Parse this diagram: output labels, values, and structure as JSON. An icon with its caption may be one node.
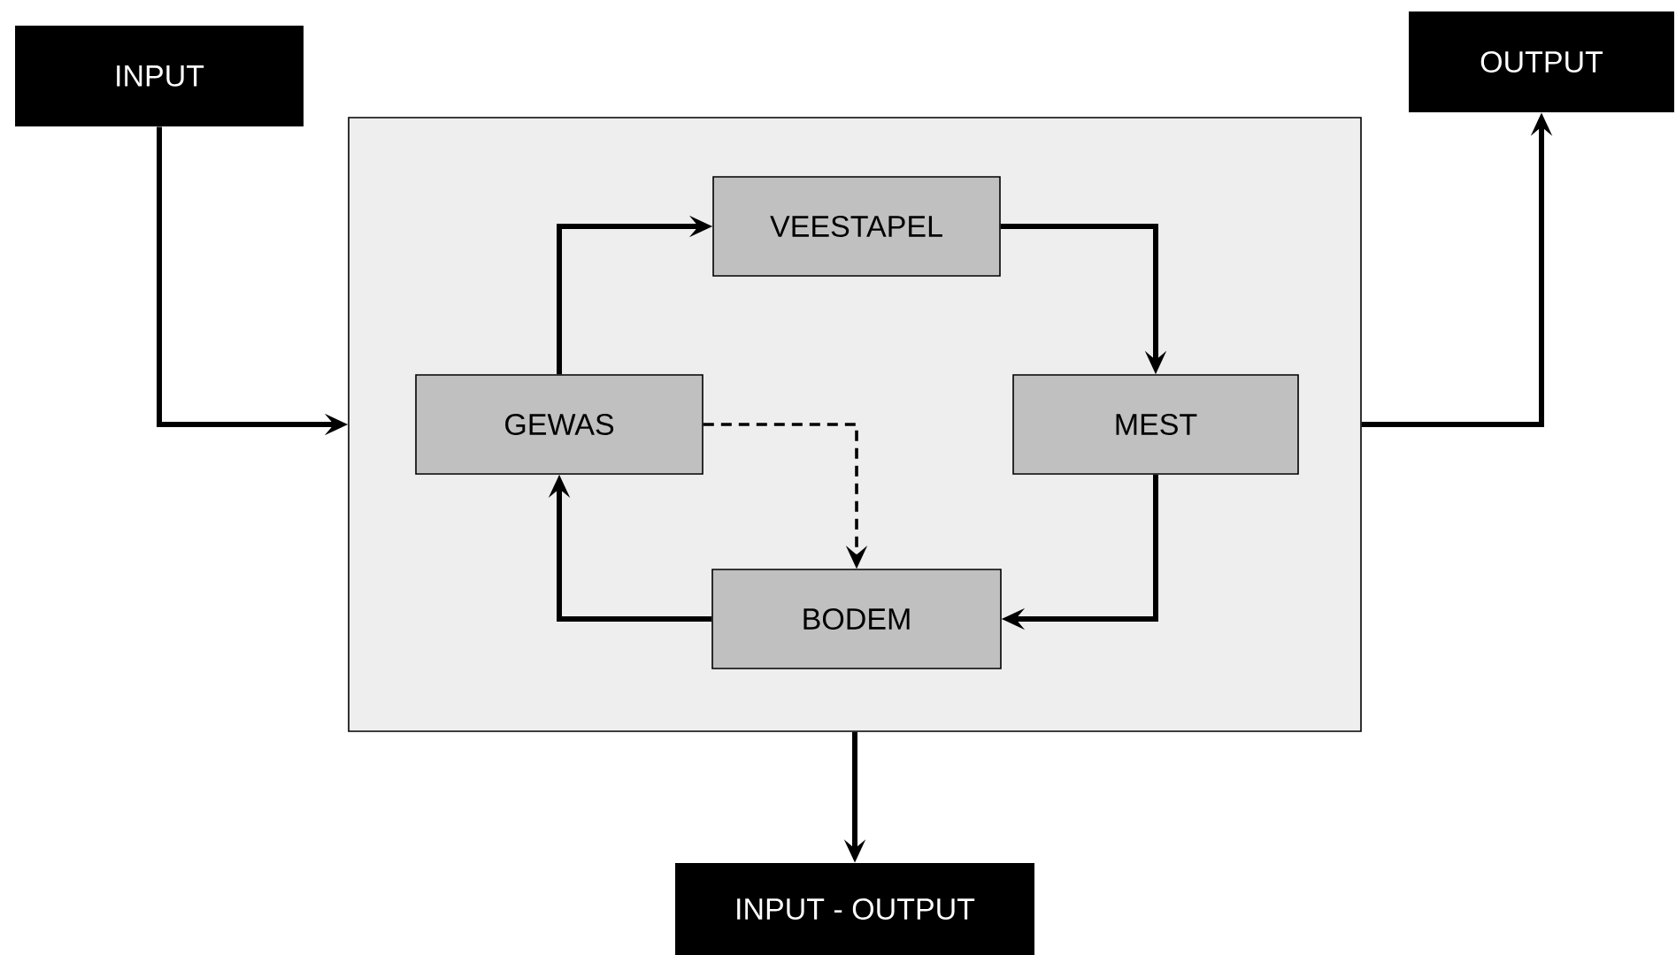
{
  "diagram": {
    "nodes": [
      {
        "text": [
          "INPUT"
        ]
      },
      {
        "text": [
          "OUTPUT"
        ]
      },
      {
        "text": [],
        "shape": "box"
      },
      {
        "text": [
          "VEESTAPEL"
        ],
        "in": 2
      },
      {
        "text": [
          "GEWAS"
        ],
        "in": 2
      },
      {
        "text": [
          "MEST"
        ],
        "in": 2
      },
      {
        "text": [
          "BODEM"
        ],
        "in": 2
      },
      {
        "text": [
          "INPUT - OUTPUT"
        ]
      }
    ],
    "edges": [
      {
        "from": 0,
        "to": 2,
        "arrow": "to"
      },
      {
        "from": 2,
        "to": 1,
        "arrow": "to"
      },
      {
        "from": 4,
        "to": 3,
        "arrow": "to"
      },
      {
        "from": 3,
        "to": 5,
        "arrow": "to"
      },
      {
        "from": 5,
        "to": 6,
        "arrow": "to"
      },
      {
        "from": 6,
        "to": 4,
        "arrow": "to"
      },
      {
        "from": 4,
        "to": 6,
        "arrow": "to",
        "style": "dashed"
      },
      {
        "from": 2,
        "to": 7,
        "arrow": "to"
      }
    ]
  }
}
